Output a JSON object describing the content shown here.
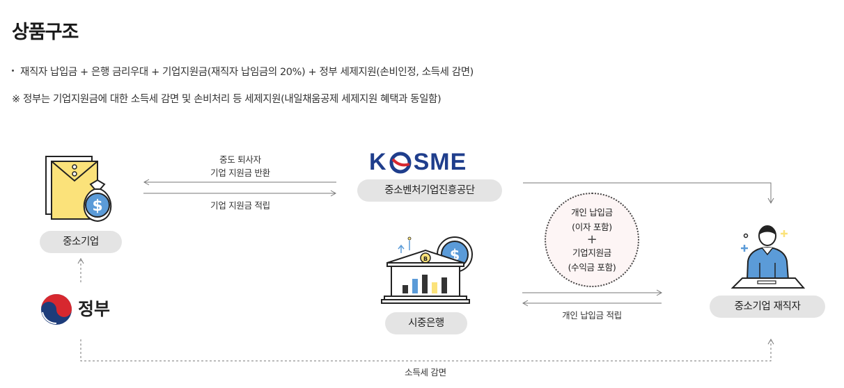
{
  "title": "상품구조",
  "descriptions": [
    "재직자 납입금 + 은행 금리우대 + 기업지원금(재직자 납임금의 20%) + 정부 세제지원(손비인정, 소득세 감면)",
    "※ 정부는 기업지원금에 대한 소득세 감면 및 손비처리 등 세제지원(내일채움공제 세제지원 혜택과 동일함)"
  ],
  "nodes": {
    "sme": "중소기업",
    "kosme": "중소벤처기업진흥공단",
    "bank": "시중은행",
    "employee": "중소기업 재직자",
    "government": "정부"
  },
  "logo": {
    "kosme_letters": [
      "K",
      "SME"
    ],
    "brand_color": "#1f3e8c",
    "accent_color": "#d7282f"
  },
  "flows": {
    "refund_line1": "중도 퇴사자",
    "refund_line2": "기업 지원금 반환",
    "company_deposit": "기업 지원금 적립",
    "personal_deposit": "개인 납입금 적립",
    "tax": "소득세 감면"
  },
  "circle": {
    "line1": "개인 납입금",
    "line2": "(이자 포함)",
    "plus": "+",
    "line3": "기업지원금",
    "line4": "(수익금 포함)"
  },
  "icons": [
    "envelope-money-bag-icon",
    "bank-building-icon",
    "employee-desk-icon",
    "government-emblem-icon"
  ]
}
